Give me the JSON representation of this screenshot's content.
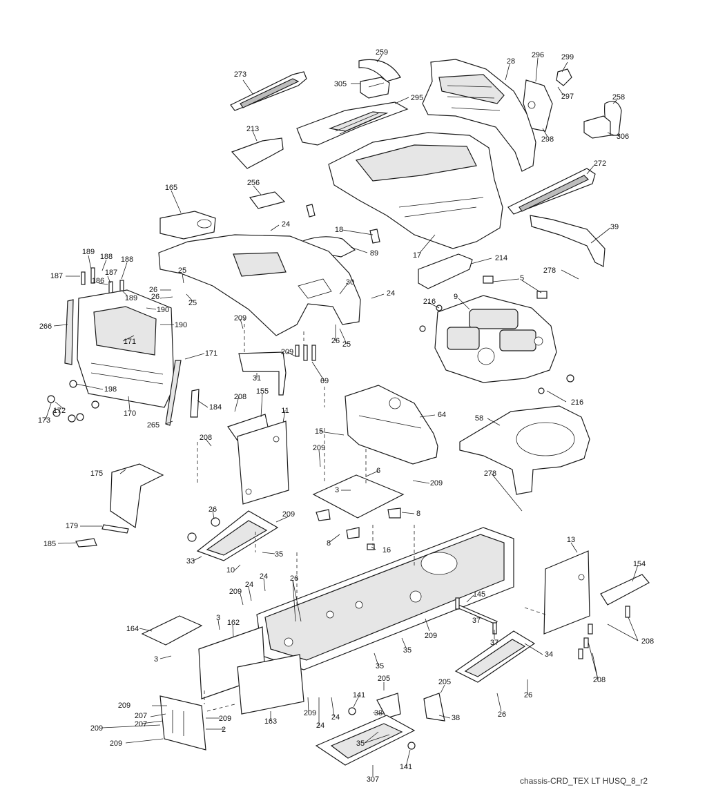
{
  "diagram": {
    "caption": "chassis-CRD_TEX LT HUSQ_8_r2",
    "callouts": [
      {
        "id": "c273",
        "text": "273"
      },
      {
        "id": "c259",
        "text": "259"
      },
      {
        "id": "c305",
        "text": "305"
      },
      {
        "id": "c295",
        "text": "295"
      },
      {
        "id": "c28",
        "text": "28"
      },
      {
        "id": "c296",
        "text": "296"
      },
      {
        "id": "c299",
        "text": "299"
      },
      {
        "id": "c297",
        "text": "297"
      },
      {
        "id": "c298",
        "text": "298"
      },
      {
        "id": "c258",
        "text": "258"
      },
      {
        "id": "c306",
        "text": "306"
      },
      {
        "id": "c213",
        "text": "213"
      },
      {
        "id": "c272",
        "text": "272"
      },
      {
        "id": "c165",
        "text": "165"
      },
      {
        "id": "c256",
        "text": "256"
      },
      {
        "id": "c24a",
        "text": "24"
      },
      {
        "id": "c18",
        "text": "18"
      },
      {
        "id": "c89",
        "text": "89"
      },
      {
        "id": "c17",
        "text": "17"
      },
      {
        "id": "c39",
        "text": "39"
      },
      {
        "id": "c214",
        "text": "214"
      },
      {
        "id": "c278a",
        "text": "278"
      },
      {
        "id": "c5",
        "text": "5"
      },
      {
        "id": "c189a",
        "text": "189"
      },
      {
        "id": "c188a",
        "text": "188"
      },
      {
        "id": "c188b",
        "text": "188"
      },
      {
        "id": "c187a",
        "text": "187"
      },
      {
        "id": "c187b",
        "text": "187"
      },
      {
        "id": "c186",
        "text": "186"
      },
      {
        "id": "c189b",
        "text": "189"
      },
      {
        "id": "c25a",
        "text": "25"
      },
      {
        "id": "c26a",
        "text": "26"
      },
      {
        "id": "c26b",
        "text": "26"
      },
      {
        "id": "c25b",
        "text": "25"
      },
      {
        "id": "c30",
        "text": "30"
      },
      {
        "id": "c24b",
        "text": "24"
      },
      {
        "id": "c216a",
        "text": "216"
      },
      {
        "id": "c9",
        "text": "9"
      },
      {
        "id": "c190a",
        "text": "190"
      },
      {
        "id": "c190b",
        "text": "190"
      },
      {
        "id": "c266",
        "text": "266"
      },
      {
        "id": "c171a",
        "text": "171"
      },
      {
        "id": "c171b",
        "text": "171"
      },
      {
        "id": "c209a",
        "text": "209"
      },
      {
        "id": "c26c",
        "text": "26"
      },
      {
        "id": "c25c",
        "text": "25"
      },
      {
        "id": "c209b",
        "text": "209"
      },
      {
        "id": "c69",
        "text": "69"
      },
      {
        "id": "c31",
        "text": "31"
      },
      {
        "id": "c198",
        "text": "198"
      },
      {
        "id": "c172",
        "text": "172"
      },
      {
        "id": "c173",
        "text": "173"
      },
      {
        "id": "c170",
        "text": "170"
      },
      {
        "id": "c184",
        "text": "184"
      },
      {
        "id": "c265",
        "text": "265"
      },
      {
        "id": "c208a",
        "text": "208"
      },
      {
        "id": "c155",
        "text": "155"
      },
      {
        "id": "c11",
        "text": "11"
      },
      {
        "id": "c216b",
        "text": "216"
      },
      {
        "id": "c64",
        "text": "64"
      },
      {
        "id": "c58",
        "text": "58"
      },
      {
        "id": "c208b",
        "text": "208"
      },
      {
        "id": "c15",
        "text": "15"
      },
      {
        "id": "c209c",
        "text": "209"
      },
      {
        "id": "c6",
        "text": "6"
      },
      {
        "id": "c209d",
        "text": "209"
      },
      {
        "id": "c278b",
        "text": "278"
      },
      {
        "id": "c3a",
        "text": "3"
      },
      {
        "id": "c175",
        "text": "175"
      },
      {
        "id": "c8a",
        "text": "8"
      },
      {
        "id": "c8b",
        "text": "8"
      },
      {
        "id": "c26d",
        "text": "26"
      },
      {
        "id": "c209e",
        "text": "209"
      },
      {
        "id": "c179",
        "text": "179"
      },
      {
        "id": "c185",
        "text": "185"
      },
      {
        "id": "c33",
        "text": "33"
      },
      {
        "id": "c35a",
        "text": "35"
      },
      {
        "id": "c10",
        "text": "10"
      },
      {
        "id": "c16",
        "text": "16"
      },
      {
        "id": "c13",
        "text": "13"
      },
      {
        "id": "c154",
        "text": "154"
      },
      {
        "id": "c24c",
        "text": "24"
      },
      {
        "id": "c26e",
        "text": "26"
      },
      {
        "id": "c209f",
        "text": "209"
      },
      {
        "id": "c24d",
        "text": "24"
      },
      {
        "id": "c145",
        "text": "145"
      },
      {
        "id": "c37a",
        "text": "37"
      },
      {
        "id": "c3b",
        "text": "3"
      },
      {
        "id": "c162",
        "text": "162"
      },
      {
        "id": "c164",
        "text": "164"
      },
      {
        "id": "c209g",
        "text": "209"
      },
      {
        "id": "c37b",
        "text": "37"
      },
      {
        "id": "c35b",
        "text": "35"
      },
      {
        "id": "c208c",
        "text": "208"
      },
      {
        "id": "c34",
        "text": "34"
      },
      {
        "id": "c3c",
        "text": "3"
      },
      {
        "id": "c35c",
        "text": "35"
      },
      {
        "id": "c208d",
        "text": "208"
      },
      {
        "id": "c205a",
        "text": "205"
      },
      {
        "id": "c205b",
        "text": "205"
      },
      {
        "id": "c26f",
        "text": "26"
      },
      {
        "id": "c26g",
        "text": "26"
      },
      {
        "id": "c209h",
        "text": "209"
      },
      {
        "id": "c141a",
        "text": "141"
      },
      {
        "id": "c38a",
        "text": "38"
      },
      {
        "id": "c38b",
        "text": "38"
      },
      {
        "id": "c207a",
        "text": "207"
      },
      {
        "id": "c209i",
        "text": "209"
      },
      {
        "id": "c24e",
        "text": "24"
      },
      {
        "id": "c24f",
        "text": "24"
      },
      {
        "id": "c163",
        "text": "163"
      },
      {
        "id": "c209j",
        "text": "209"
      },
      {
        "id": "c207b",
        "text": "207"
      },
      {
        "id": "c209k",
        "text": "209"
      },
      {
        "id": "c2",
        "text": "2"
      },
      {
        "id": "c35d",
        "text": "35"
      },
      {
        "id": "c209l",
        "text": "209"
      },
      {
        "id": "c141b",
        "text": "141"
      },
      {
        "id": "c307",
        "text": "307"
      }
    ]
  }
}
